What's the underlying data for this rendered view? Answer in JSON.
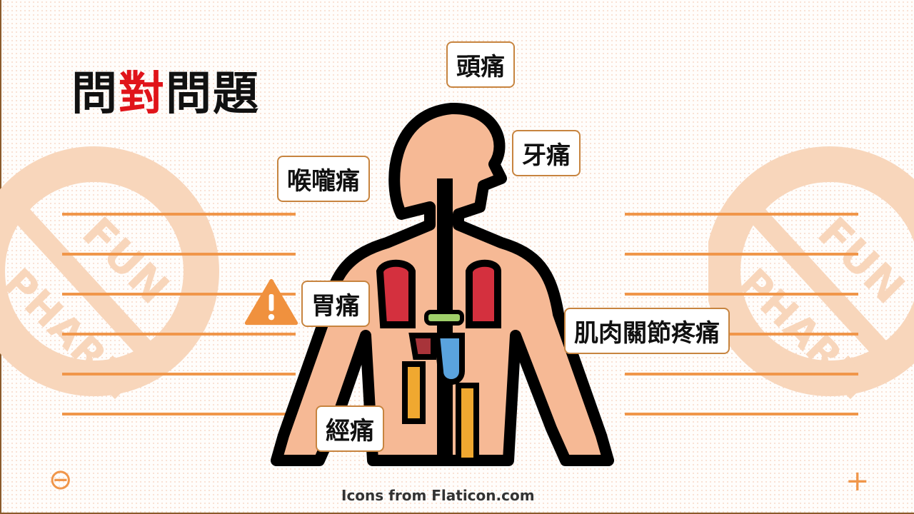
{
  "title": {
    "part1": "問",
    "part2": "對",
    "part3": "問題"
  },
  "watermark": {
    "text_top": "FUN",
    "text_bottom": "PHARM"
  },
  "callouts": {
    "headache": "頭痛",
    "toothache": "牙痛",
    "sore_throat": "喉嚨痛",
    "stomachache": "胃痛",
    "muscle_joint_pain": "肌肉關節疼痛",
    "menstrual_pain": "經痛"
  },
  "footer": "Icons from Flaticon.com",
  "controls": {
    "zoom_out": "⊖",
    "add": "+"
  },
  "colors": {
    "accent": "#f0964a",
    "title_red": "#e0141a"
  }
}
